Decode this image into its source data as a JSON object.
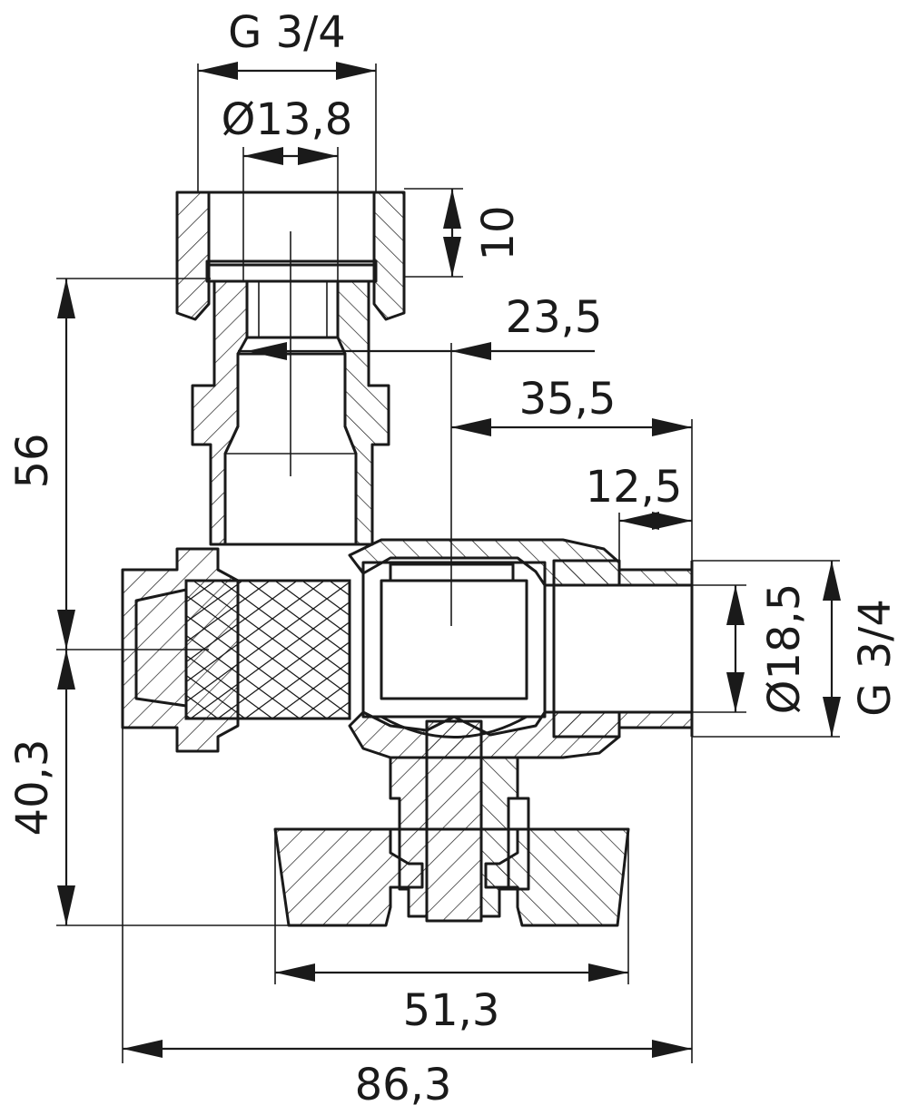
{
  "dimensions": {
    "top_thread": "G 3/4",
    "top_bore": "Ø13,8",
    "nut_height": "10",
    "offset_inlet": "23,5",
    "offset_outlet": "35,5",
    "outlet_thread_length": "12,5",
    "outlet_bore": "Ø18,5",
    "outlet_thread": "G 3/4",
    "height_upper": "56",
    "height_lower": "40,3",
    "handle_width": "51,3",
    "overall_width": "86,3"
  }
}
